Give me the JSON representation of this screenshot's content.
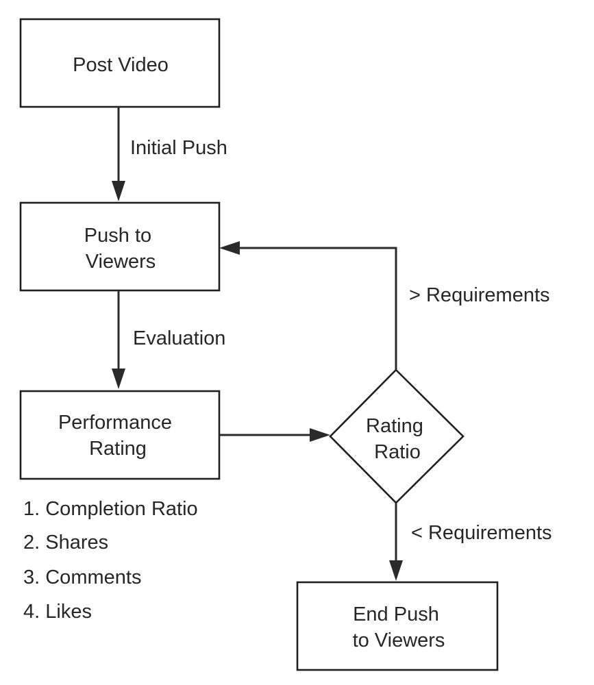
{
  "nodes": {
    "post_video": "Post Video",
    "push_to_viewers": [
      "Push to",
      "Viewers"
    ],
    "performance_rating": [
      "Performance",
      "Rating"
    ],
    "rating_ratio": [
      "Rating",
      "Ratio"
    ],
    "end_push": [
      "End Push",
      "to Viewers"
    ]
  },
  "edges": {
    "initial_push": "Initial Push",
    "evaluation": "Evaluation",
    "above_requirements": "> Requirements",
    "below_requirements": "< Requirements"
  },
  "rating_factors": [
    "1. Completion Ratio",
    "2. Shares",
    "3. Comments",
    "4. Likes"
  ]
}
